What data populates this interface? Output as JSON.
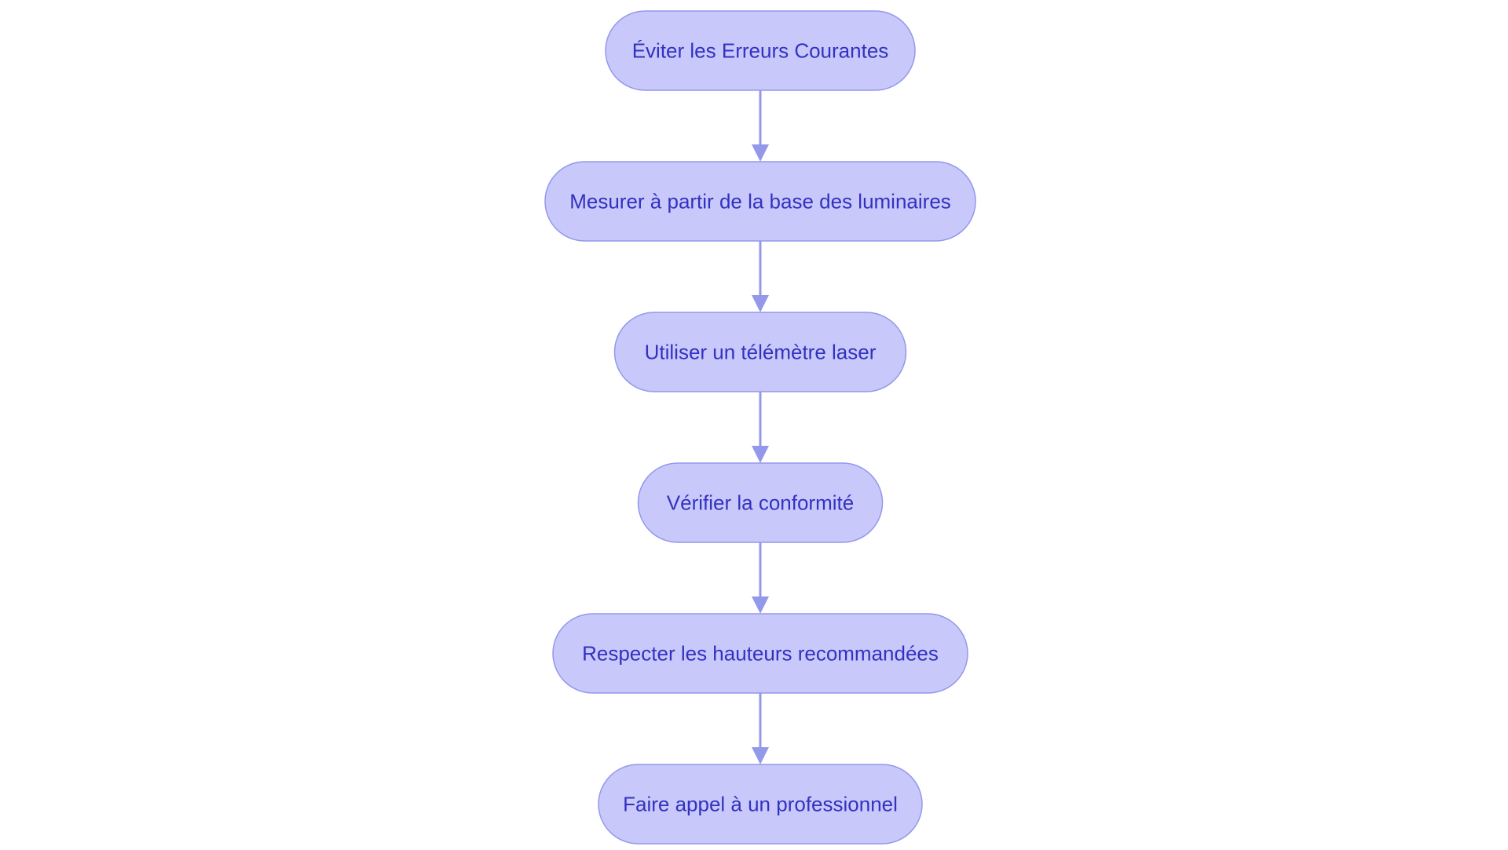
{
  "diagram": {
    "type": "flowchart",
    "direction": "top-to-bottom",
    "colors": {
      "node_fill": "#c8c8fb",
      "node_border": "#9498ea",
      "node_text": "#3232c0",
      "edge": "#9498ea",
      "background": "#ffffff"
    },
    "nodes": [
      {
        "id": "n1",
        "label": "Éviter les Erreurs Courantes"
      },
      {
        "id": "n2",
        "label": "Mesurer à partir de la base des luminaires"
      },
      {
        "id": "n3",
        "label": "Utiliser un télémètre laser"
      },
      {
        "id": "n4",
        "label": "Vérifier la conformité"
      },
      {
        "id": "n5",
        "label": "Respecter les hauteurs recommandées"
      },
      {
        "id": "n6",
        "label": "Faire appel à un professionnel"
      }
    ],
    "edges": [
      {
        "from": "n1",
        "to": "n2"
      },
      {
        "from": "n2",
        "to": "n3"
      },
      {
        "from": "n3",
        "to": "n4"
      },
      {
        "from": "n4",
        "to": "n5"
      },
      {
        "from": "n5",
        "to": "n6"
      }
    ]
  }
}
